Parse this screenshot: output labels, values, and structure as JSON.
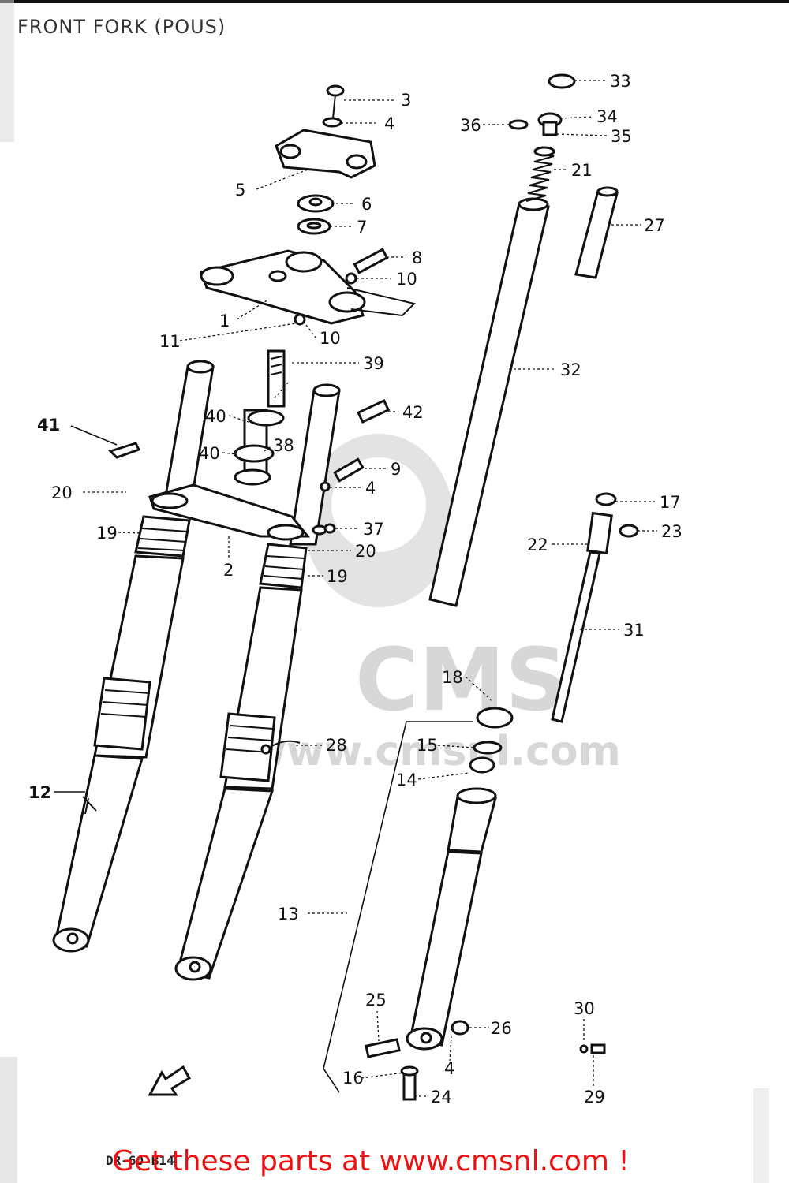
{
  "diagram": {
    "title": "FRONT FORK (POUS)",
    "figure_code": "DR-60 B14",
    "watermark": {
      "brand": "CMS",
      "site": "www.cmsnl.com"
    },
    "callouts": {
      "c1": "1",
      "c2": "2",
      "c3": "3",
      "c4a": "4",
      "c4b": "4",
      "c4c": "4",
      "c5": "5",
      "c6": "6",
      "c7": "7",
      "c8": "8",
      "c9": "9",
      "c10a": "10",
      "c10b": "10",
      "c11": "11",
      "c12": "12",
      "c13": "13",
      "c14": "14",
      "c15": "15",
      "c16": "16",
      "c17": "17",
      "c18": "18",
      "c19a": "19",
      "c19b": "19",
      "c20a": "20",
      "c20b": "20",
      "c21": "21",
      "c22": "22",
      "c23": "23",
      "c24": "24",
      "c25": "25",
      "c26": "26",
      "c27": "27",
      "c28": "28",
      "c29": "29",
      "c30": "30",
      "c31": "31",
      "c32": "32",
      "c33": "33",
      "c34": "34",
      "c35": "35",
      "c36": "36",
      "c37": "37",
      "c38": "38",
      "c39": "39",
      "c40a": "40",
      "c40b": "40",
      "c41": "41",
      "c42": "42"
    }
  },
  "footer": {
    "cta": "Get these parts at www.cmsnl.com !"
  },
  "colors": {
    "cta": "#ee1111",
    "ink": "#111111",
    "watermark": "#d7d7d7"
  }
}
